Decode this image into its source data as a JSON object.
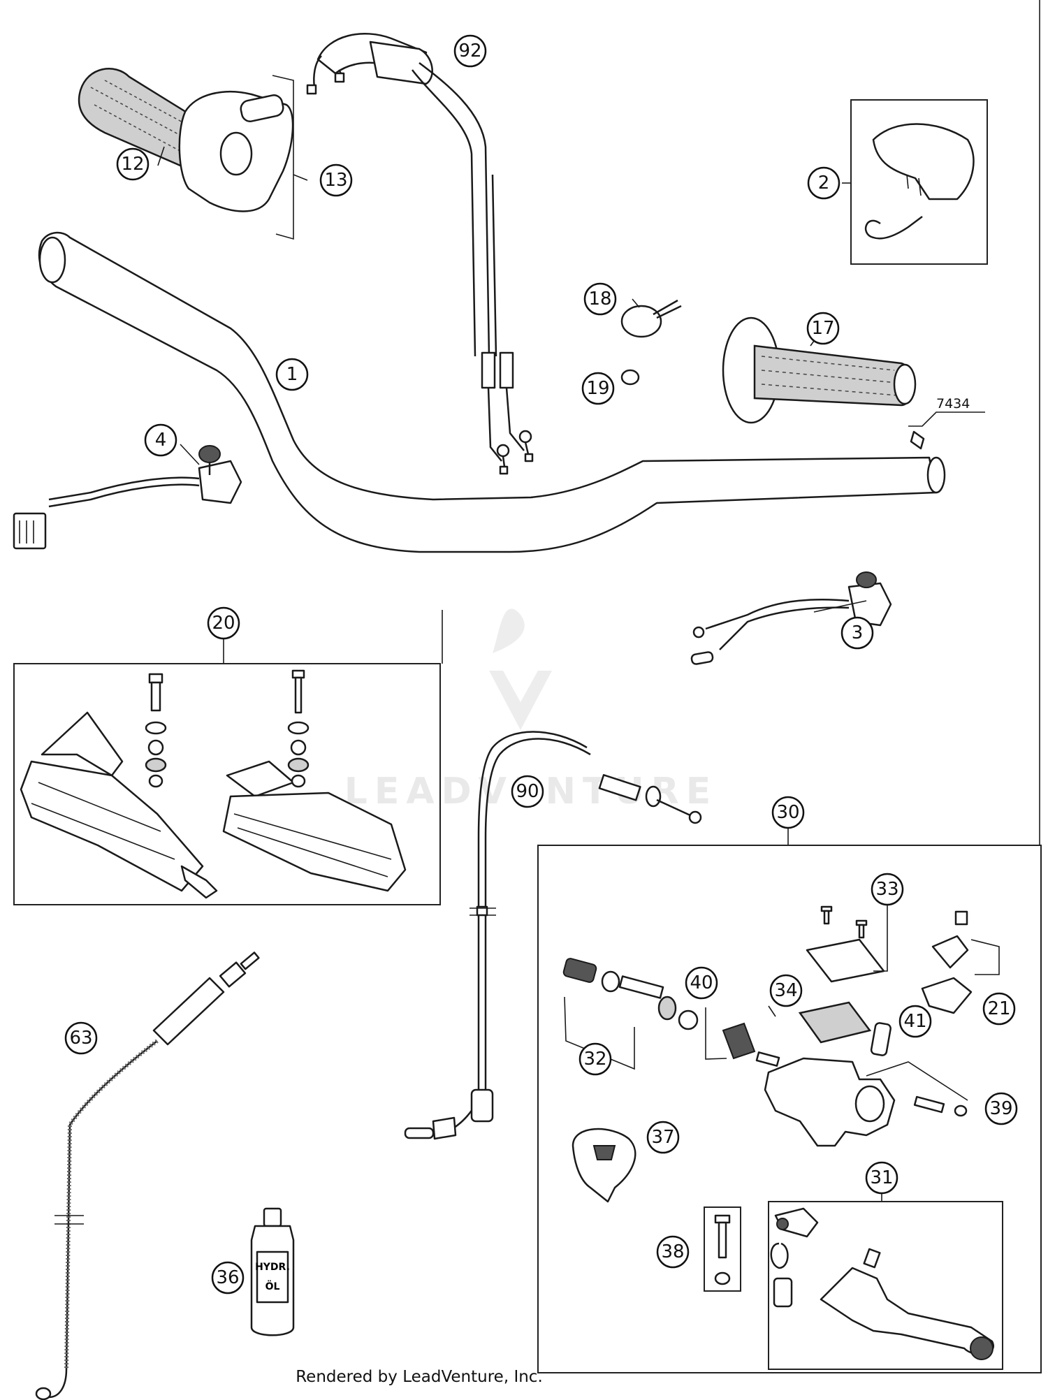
{
  "diagram": {
    "callouts": [
      {
        "id": "c1",
        "label": "1"
      },
      {
        "id": "c2",
        "label": "2"
      },
      {
        "id": "c3",
        "label": "3"
      },
      {
        "id": "c4",
        "label": "4"
      },
      {
        "id": "c12",
        "label": "12"
      },
      {
        "id": "c13",
        "label": "13"
      },
      {
        "id": "c17",
        "label": "17"
      },
      {
        "id": "c18",
        "label": "18"
      },
      {
        "id": "c19",
        "label": "19"
      },
      {
        "id": "c20",
        "label": "20"
      },
      {
        "id": "c21",
        "label": "21"
      },
      {
        "id": "c30",
        "label": "30"
      },
      {
        "id": "c31",
        "label": "31"
      },
      {
        "id": "c32",
        "label": "32"
      },
      {
        "id": "c33",
        "label": "33"
      },
      {
        "id": "c34",
        "label": "34"
      },
      {
        "id": "c36",
        "label": "36"
      },
      {
        "id": "c37",
        "label": "37"
      },
      {
        "id": "c38",
        "label": "38"
      },
      {
        "id": "c39",
        "label": "39"
      },
      {
        "id": "c40",
        "label": "40"
      },
      {
        "id": "c41",
        "label": "41"
      },
      {
        "id": "c63",
        "label": "63"
      },
      {
        "id": "c90",
        "label": "90"
      },
      {
        "id": "c92",
        "label": "92"
      }
    ],
    "plain_label": "7434",
    "bottle_text": [
      "HYDR.",
      "ÖL"
    ],
    "watermark": "LEADVENTURE"
  },
  "footer": "Rendered by LeadVenture, Inc."
}
